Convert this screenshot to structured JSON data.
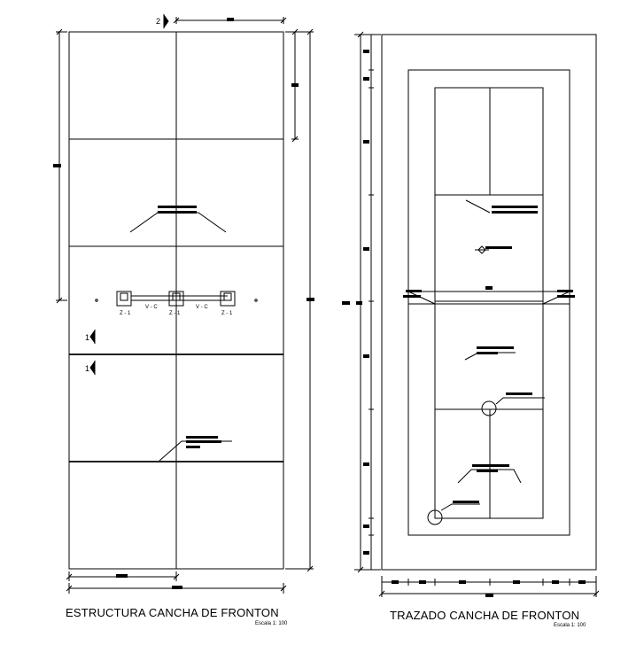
{
  "left_plan": {
    "title": "ESTRUCTURA CANCHA DE FRONTON",
    "scale": "Escala 1: 100",
    "footings": [
      {
        "label": "Z - 1"
      },
      {
        "label": "Z - 1"
      },
      {
        "label": "Z - 1"
      }
    ],
    "beams": [
      {
        "label": "V - C"
      },
      {
        "label": "V - C"
      }
    ],
    "section_marks": [
      {
        "label": "2"
      },
      {
        "label": "1"
      },
      {
        "label": "1"
      }
    ]
  },
  "right_plan": {
    "title": "TRAZADO CANCHA DE FRONTON",
    "scale": "Escala 1: 100"
  },
  "colors": {
    "line": "#000000",
    "background": "#ffffff",
    "redacted_text": "#000000"
  }
}
